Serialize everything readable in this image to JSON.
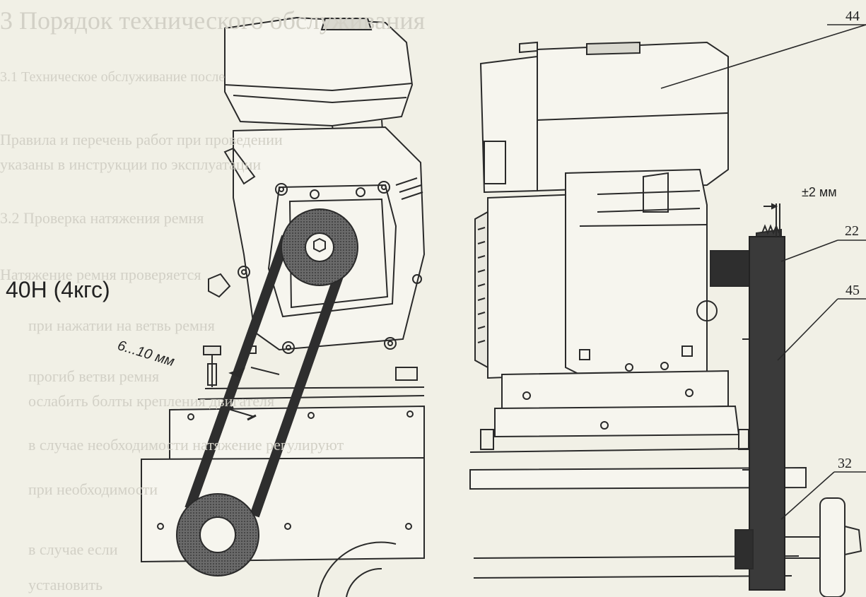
{
  "faded_text": {
    "heading": "3 Порядок технического обслуживания",
    "line_1": "3.1 Техническое обслуживание после",
    "line_2": "Правила и перечень работ при проведении",
    "line_3": "указаны в инструкции по эксплуатации",
    "line_4": "3.2 Проверка натяжения ремня",
    "line_5": "Натяжение ремня проверяется",
    "line_6": "при нажатии на ветвь ремня",
    "line_7": "прогиб ветви ремня",
    "line_8": "ослабить болты крепления двигателя",
    "line_9": "в случае необходимости натяжение регулируют",
    "line_10": "установить",
    "line_11": "при необходимости",
    "line_12": "в случае если"
  },
  "labels": {
    "force": "40Н (4кгс)",
    "deflection": "6...10 мм",
    "alignment_tolerance": "±2 мм",
    "callout_44": "44",
    "callout_22": "22",
    "callout_45": "45",
    "callout_32": "32"
  },
  "colors": {
    "background": "#f1f0e6",
    "line": "#2a2a2a",
    "belt": "#3a3a3a",
    "faded_text": "#d2d0c6"
  }
}
